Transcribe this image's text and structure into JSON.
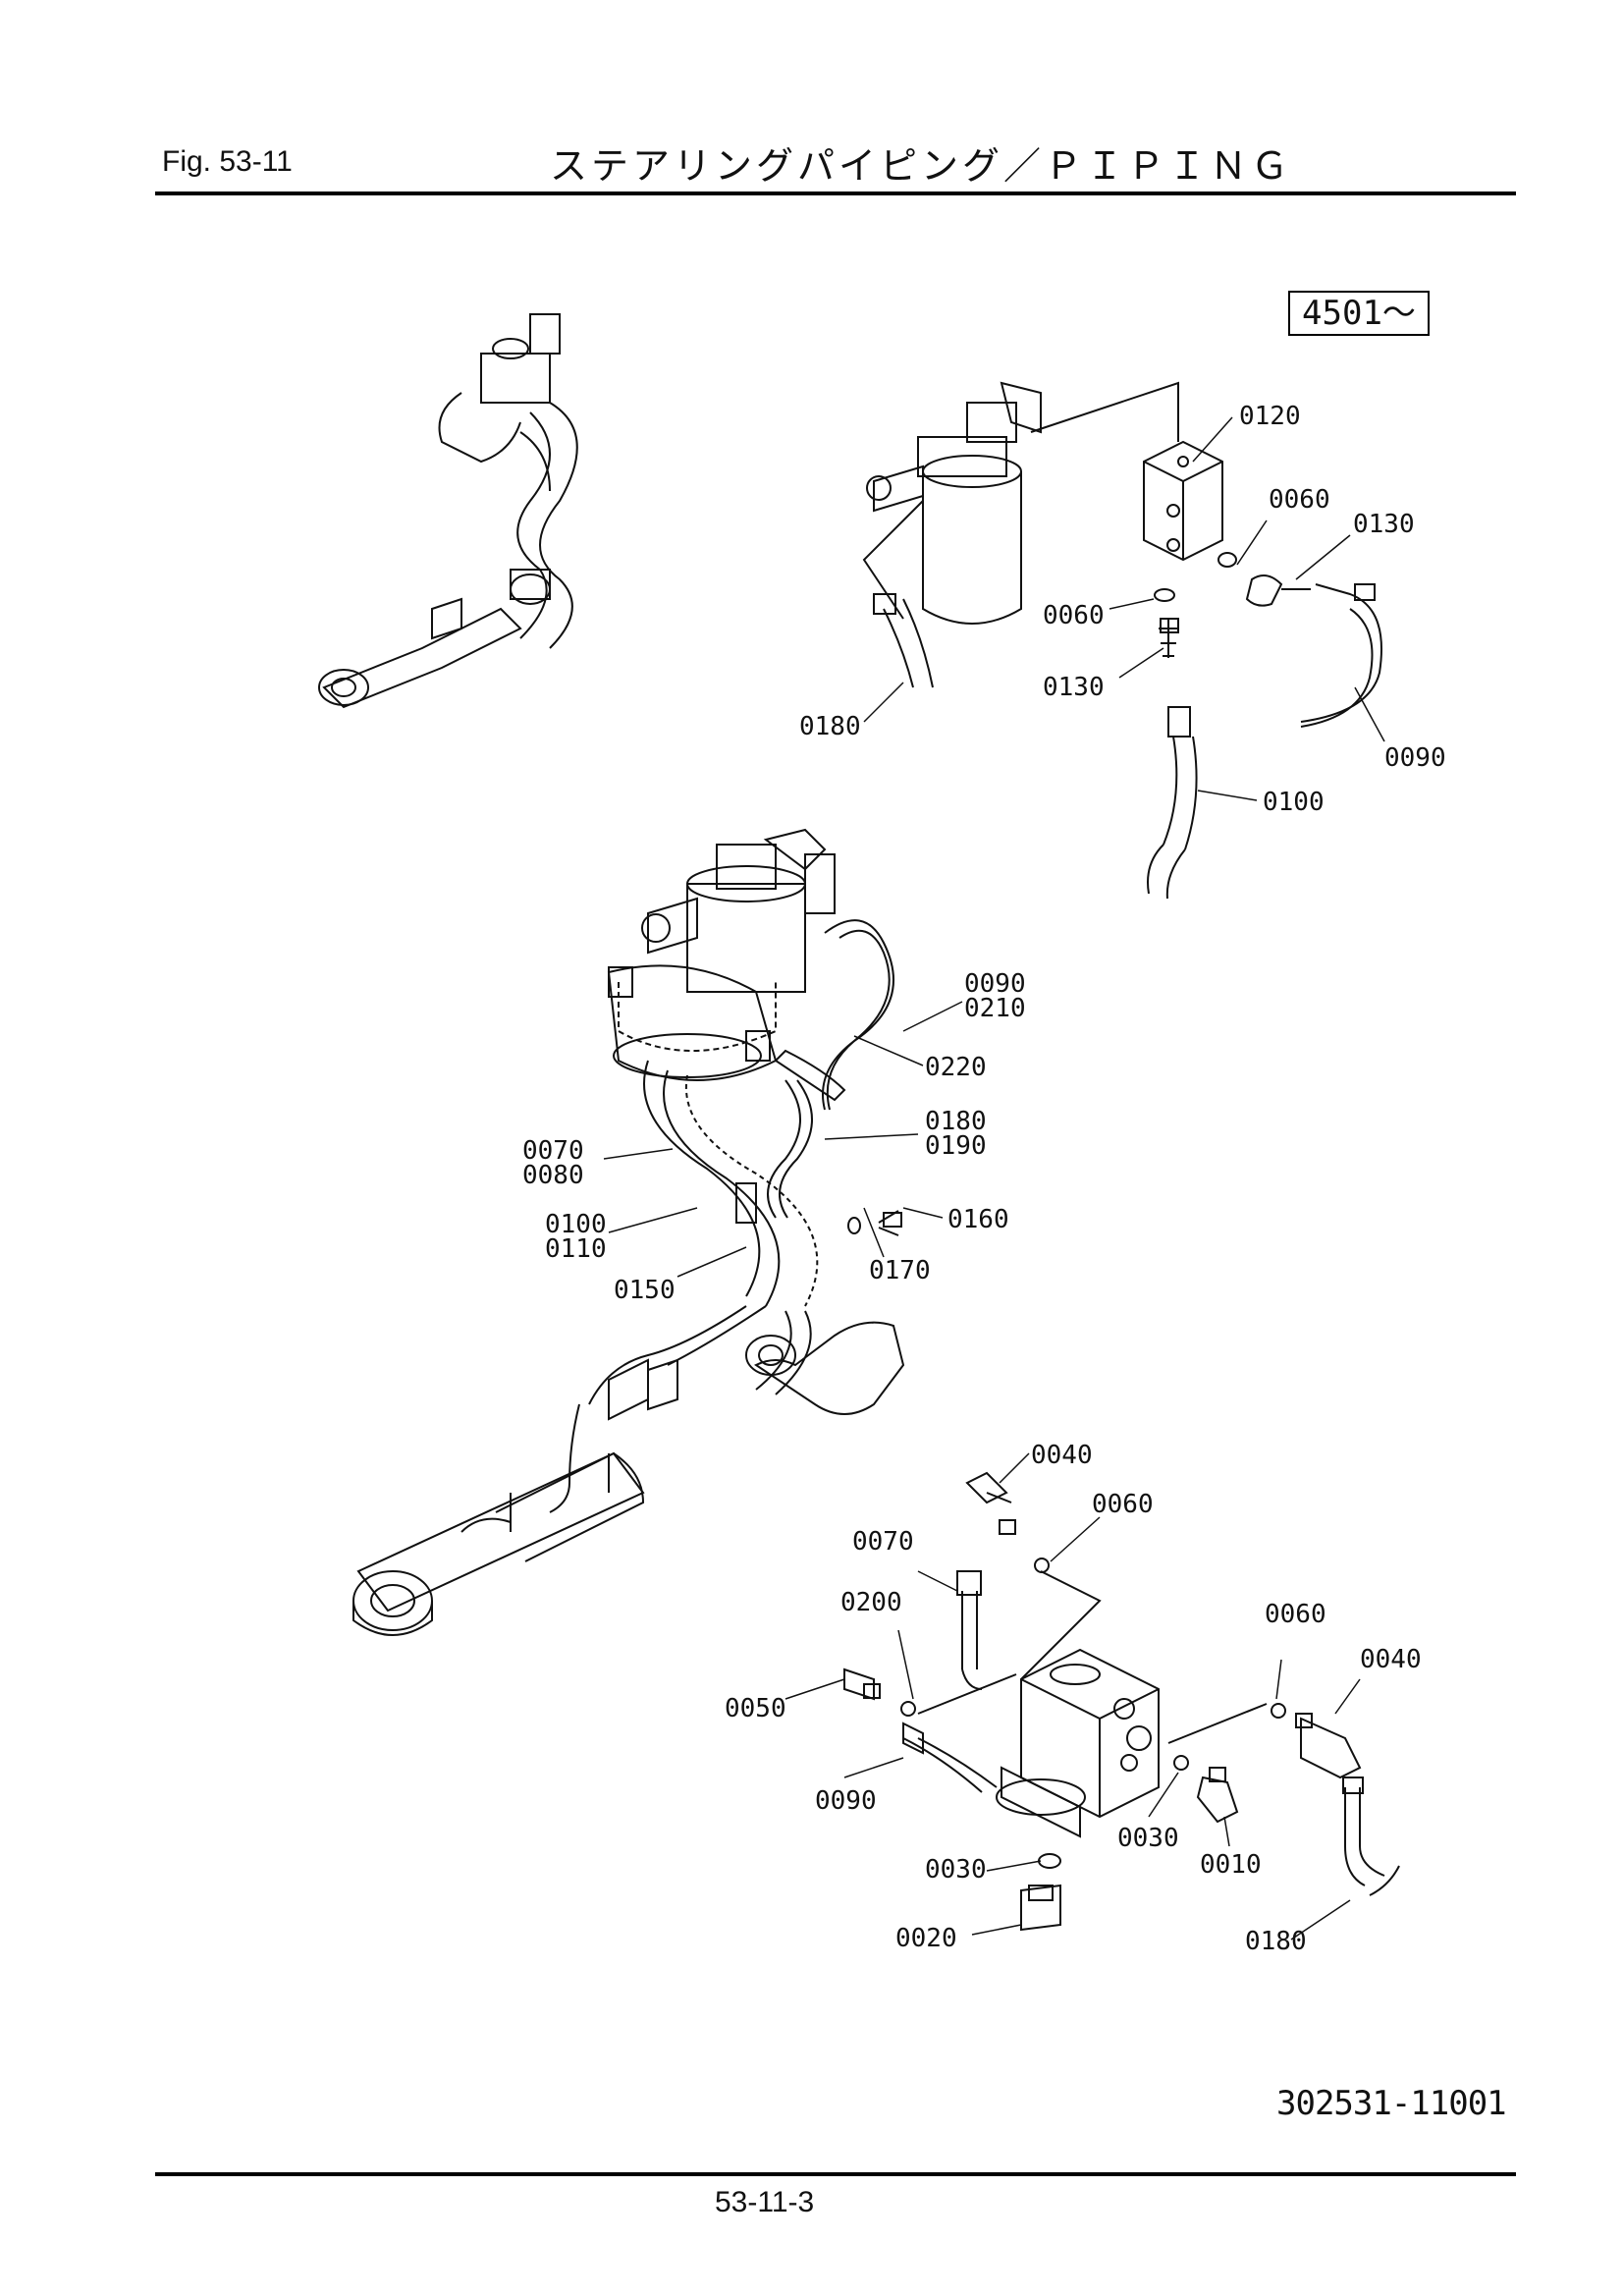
{
  "header": {
    "fig_label": "Fig.  53-11",
    "title": "ステアリングパイピング／ＰＩＰＩＮＧ"
  },
  "serial_range": "4501～",
  "drawing_number": "302531-11001",
  "page_number": "53-11-3",
  "part_labels": [
    {
      "text": "0120"
    },
    {
      "text": "0060"
    },
    {
      "text": "0130"
    },
    {
      "text": "0060"
    },
    {
      "text": "0130"
    },
    {
      "text": "0180"
    },
    {
      "text": "0090"
    },
    {
      "text": "0100"
    },
    {
      "text": "0090"
    },
    {
      "text": "0210"
    },
    {
      "text": "0220"
    },
    {
      "text": "0180"
    },
    {
      "text": "0190"
    },
    {
      "text": "0070"
    },
    {
      "text": "0080"
    },
    {
      "text": "0160"
    },
    {
      "text": "0100"
    },
    {
      "text": "0110"
    },
    {
      "text": "0170"
    },
    {
      "text": "0150"
    },
    {
      "text": "0040"
    },
    {
      "text": "0060"
    },
    {
      "text": "0070"
    },
    {
      "text": "0200"
    },
    {
      "text": "0060"
    },
    {
      "text": "0040"
    },
    {
      "text": "0050"
    },
    {
      "text": "0090"
    },
    {
      "text": "0030"
    },
    {
      "text": "0010"
    },
    {
      "text": "0030"
    },
    {
      "text": "0020"
    },
    {
      "text": "0180"
    }
  ]
}
